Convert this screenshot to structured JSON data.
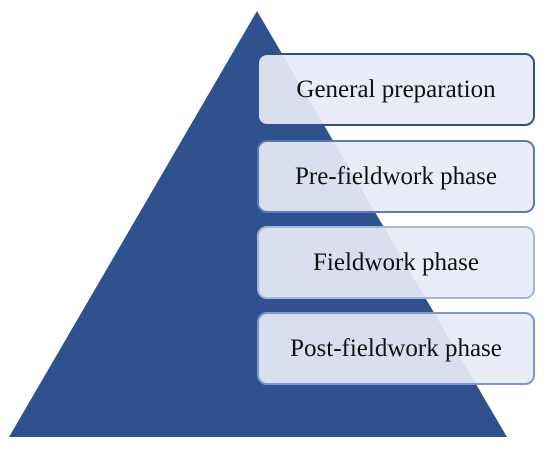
{
  "diagram": {
    "shape": "triangle",
    "colors": {
      "pyramid_fill": "#2f528f",
      "box_fill": "#e8ecf6",
      "text": "#111111"
    },
    "phases": [
      {
        "label": "General preparation"
      },
      {
        "label": "Pre-fieldwork phase"
      },
      {
        "label": "Fieldwork phase"
      },
      {
        "label": "Post-fieldwork phase"
      }
    ]
  }
}
